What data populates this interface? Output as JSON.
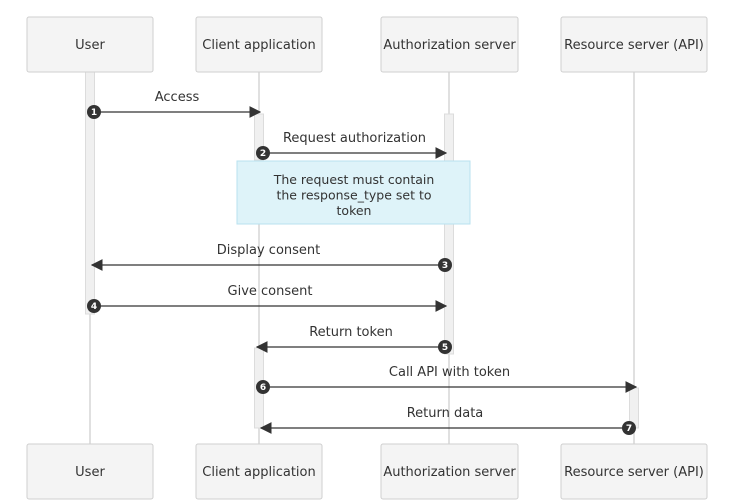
{
  "diagram": {
    "type": "sequence",
    "participants": [
      {
        "id": "user",
        "label": "User"
      },
      {
        "id": "client",
        "label": "Client application"
      },
      {
        "id": "auth",
        "label": "Authorization server"
      },
      {
        "id": "resource",
        "label": "Resource server (API)"
      }
    ],
    "messages": [
      {
        "number": "1",
        "from": "user",
        "to": "client",
        "label": "Access"
      },
      {
        "number": "2",
        "from": "client",
        "to": "auth",
        "label": "Request authorization"
      },
      {
        "number": "3",
        "from": "auth",
        "to": "user",
        "label": "Display consent"
      },
      {
        "number": "4",
        "from": "user",
        "to": "auth",
        "label": "Give consent"
      },
      {
        "number": "5",
        "from": "auth",
        "to": "client",
        "label": "Return token"
      },
      {
        "number": "6",
        "from": "client",
        "to": "resource",
        "label": "Call API with token"
      },
      {
        "number": "7",
        "from": "resource",
        "to": "client",
        "label": "Return data"
      }
    ],
    "note": {
      "lines": [
        "The request must contain",
        "the response_type set to",
        "token"
      ]
    },
    "colors": {
      "actor_fill": "#f4f4f4",
      "actor_stroke": "#cfcfcf",
      "lifeline": "#d6d6d6",
      "activation_fill": "#f0f0f0",
      "activation_stroke": "#dcdcdc",
      "note_fill": "#def3f9",
      "note_stroke": "#b8e2ef",
      "arrow": "#333333",
      "text": "#333333"
    }
  }
}
